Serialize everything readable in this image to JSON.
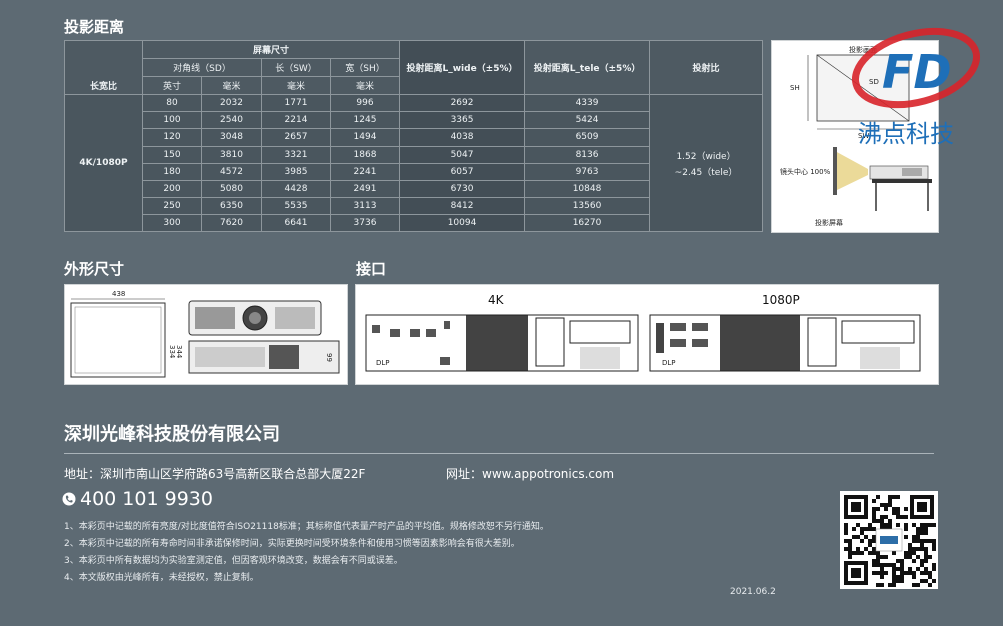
{
  "sections": {
    "throw_distance": "投影距离",
    "dimensions": "外形尺寸",
    "interface": "接口"
  },
  "table": {
    "h_screen_size": "屏幕尺寸",
    "h_aspect": "长宽比",
    "h_diag": "对角线（SD）",
    "h_len": "长（SW）",
    "h_wid": "宽（SH）",
    "h_wide": "投射距离L_wide（±5%）",
    "h_tele": "投射距离L_tele（±5%）",
    "h_ratio": "投射比",
    "u_inch": "英寸",
    "u_mm": "毫米",
    "aspect_value": "4K/1080P",
    "ratio_line1": "1.52（wide）",
    "ratio_line2": "~2.45（tele）",
    "rows": [
      [
        "80",
        "2032",
        "1771",
        "996",
        "2692",
        "4339"
      ],
      [
        "100",
        "2540",
        "2214",
        "1245",
        "3365",
        "5424"
      ],
      [
        "120",
        "3048",
        "2657",
        "1494",
        "4038",
        "6509"
      ],
      [
        "150",
        "3810",
        "3321",
        "1868",
        "5047",
        "8136"
      ],
      [
        "180",
        "4572",
        "3985",
        "2241",
        "6057",
        "9763"
      ],
      [
        "200",
        "5080",
        "4428",
        "2491",
        "6730",
        "10848"
      ],
      [
        "250",
        "6350",
        "5535",
        "3113",
        "8412",
        "13560"
      ],
      [
        "300",
        "7620",
        "6641",
        "3736",
        "10094",
        "16270"
      ]
    ]
  },
  "diagram": {
    "screen_label": "投影画面",
    "sh": "SH",
    "sd": "SD",
    "sw": "SW",
    "lens_center": "镜头中心 100%",
    "projection_screen": "投影屏幕"
  },
  "dims": {
    "w": "438",
    "h1": "334",
    "h2": "344",
    "d": "99"
  },
  "ports": {
    "label_4k": "4K",
    "label_1080p": "1080P",
    "dlp": "DLP"
  },
  "logo": {
    "mark": "FD",
    "text": "沸点科技"
  },
  "footer": {
    "company": "深圳光峰科技股份有限公司",
    "address": "地址：深圳市南山区学府路63号高新区联合总部大厦22F",
    "website": "网址：www.appotronics.com",
    "phone": "400 101 9930",
    "notes": [
      "1、本彩页中记载的所有亮度/对比度值符合ISO21118标准；其标称值代表量产时产品的平均值。规格修改恕不另行通知。",
      "2、本彩页中记载的所有寿命时间非承诺保修时间，实际更换时间受环境条件和使用习惯等因素影响会有很大差别。",
      "3、本彩页中所有数据均为实验室测定值，但因客观环境改变，数据会有不同或误差。",
      "4、本文版权由光峰所有，未经授权，禁止复制。"
    ],
    "date": "2021.06.2"
  },
  "colors": {
    "background": "#5d6a73",
    "logo_red": "#d8232a",
    "logo_blue": "#1e6fb8"
  }
}
